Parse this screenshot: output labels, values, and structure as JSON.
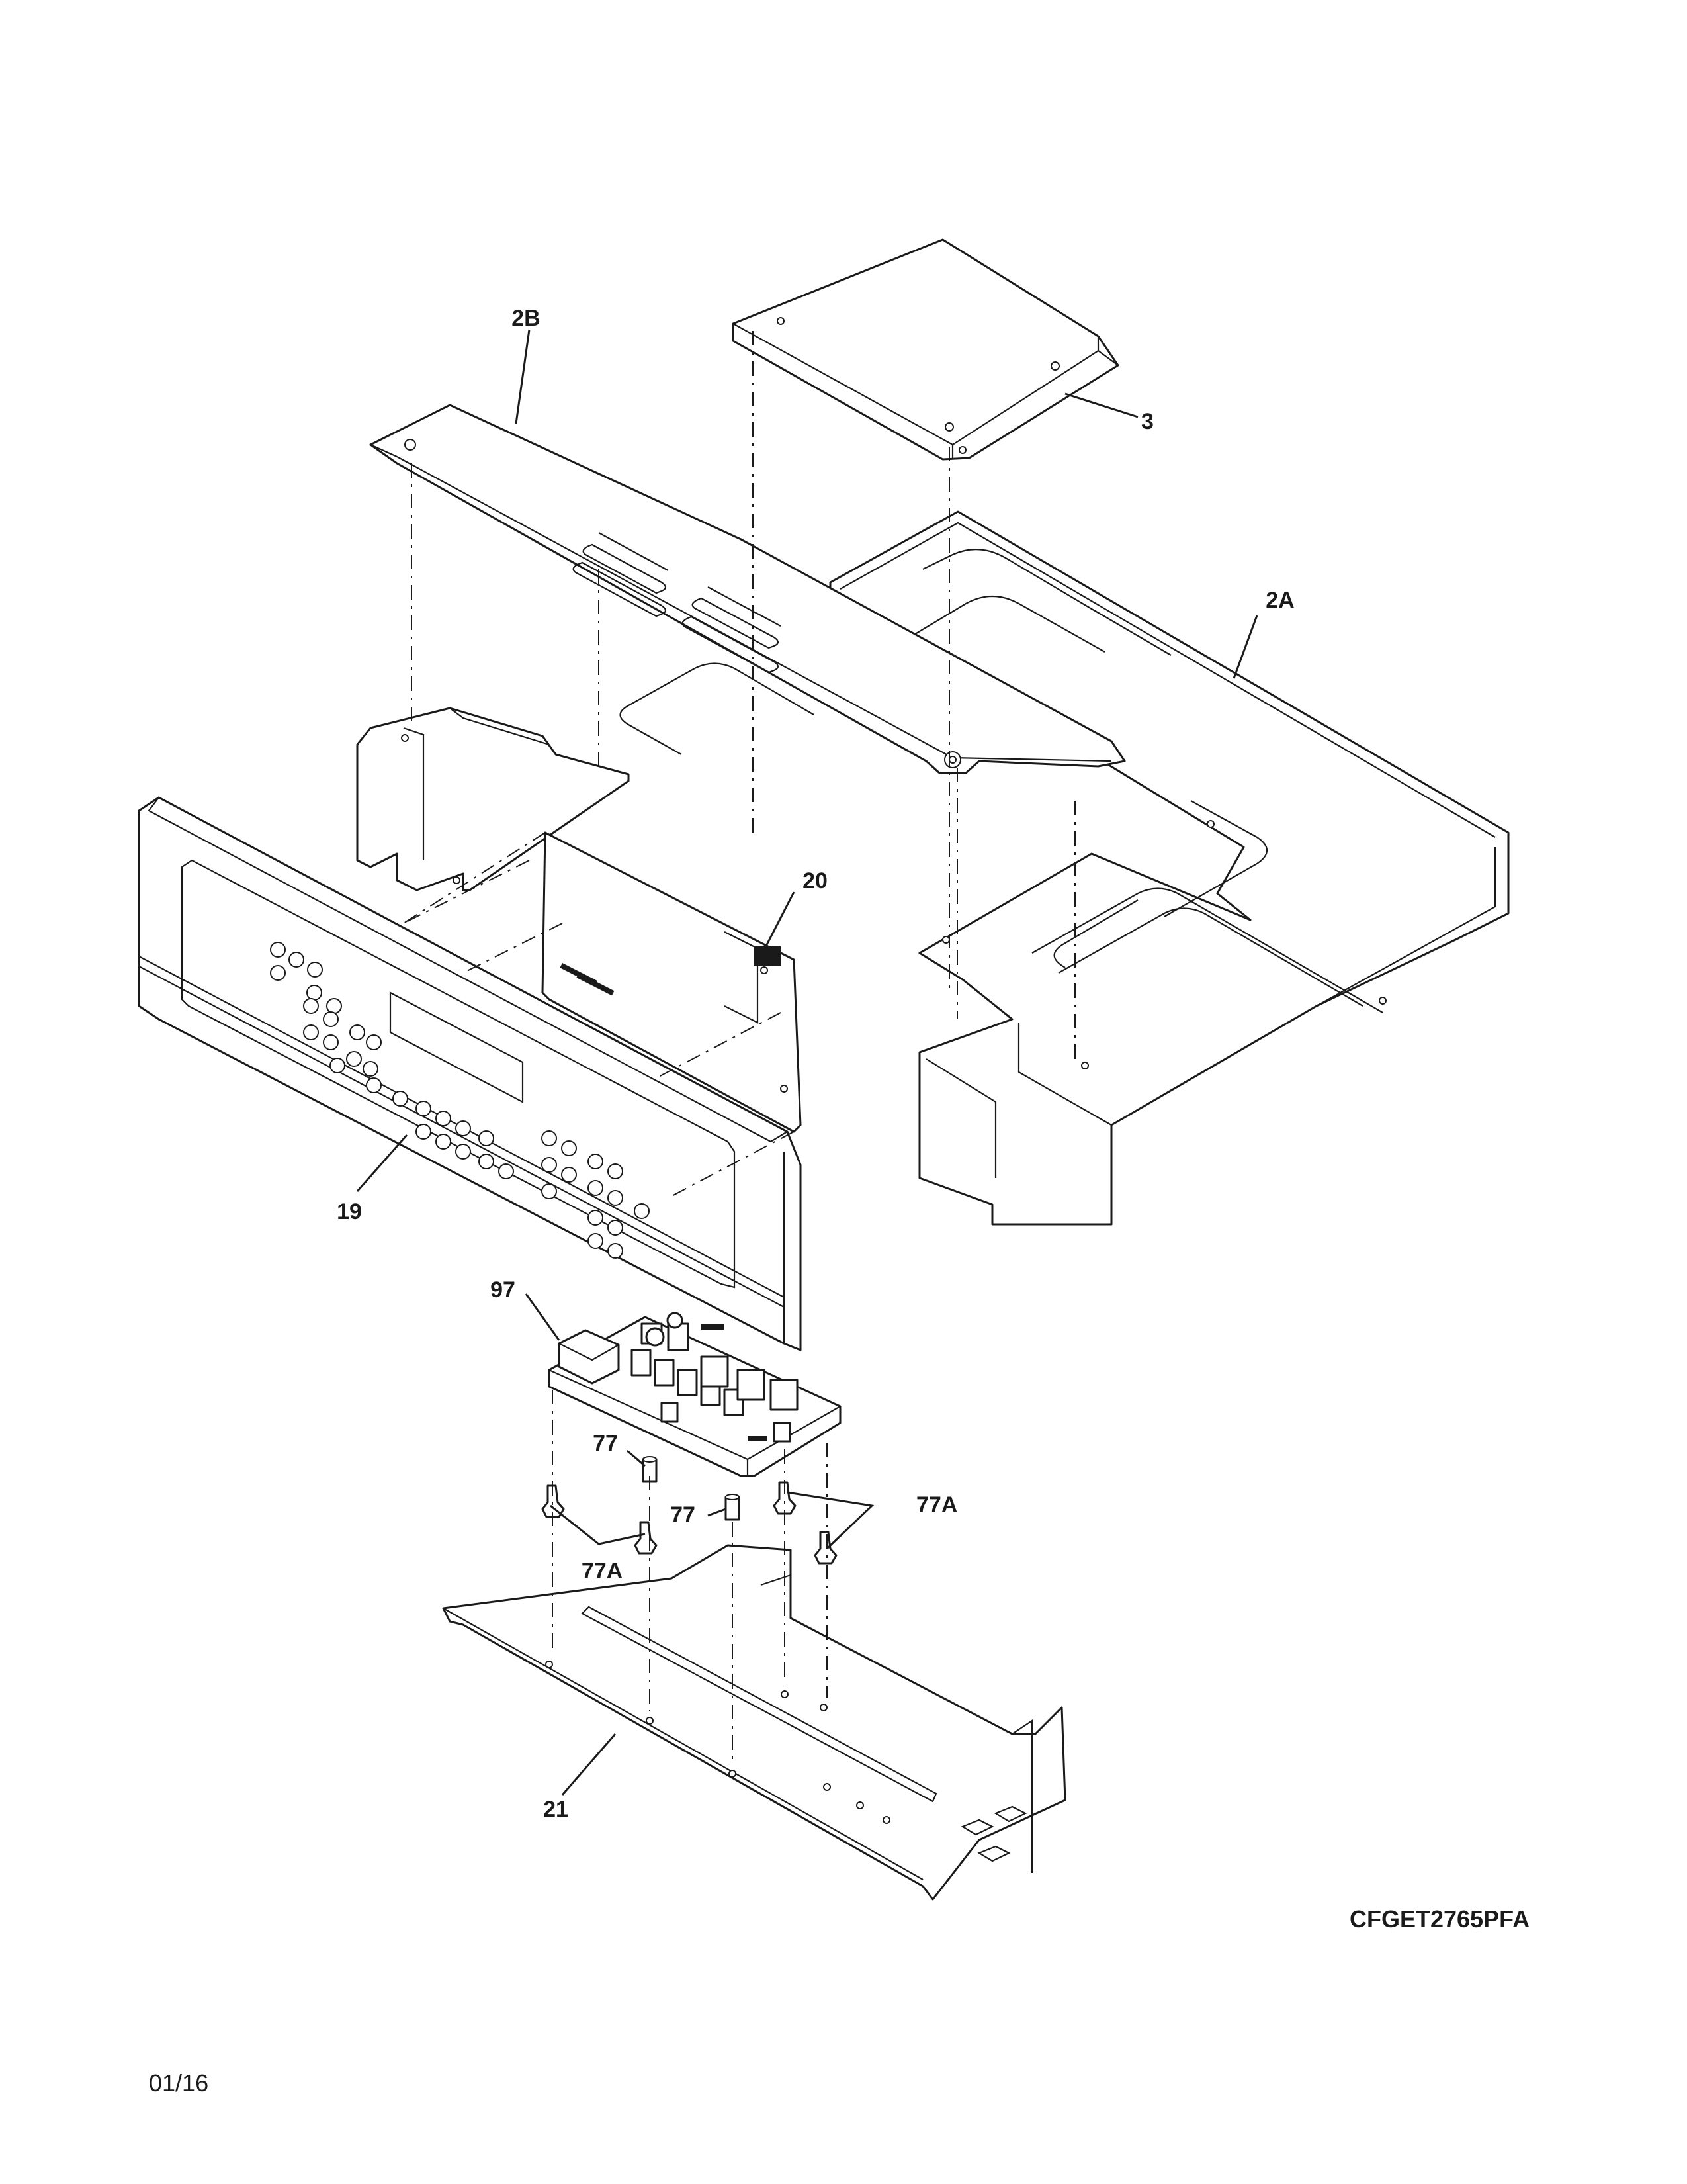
{
  "callouts": {
    "c2b": "2B",
    "c3": "3",
    "c2a": "2A",
    "c20": "20",
    "c19": "19",
    "c97": "97",
    "c77a": "77",
    "c77b": "77",
    "c77a_right": "77A",
    "c77a_left": "77A",
    "c21": "21"
  },
  "model_number": "CFGET2765PFA",
  "revision_date": "01/16"
}
